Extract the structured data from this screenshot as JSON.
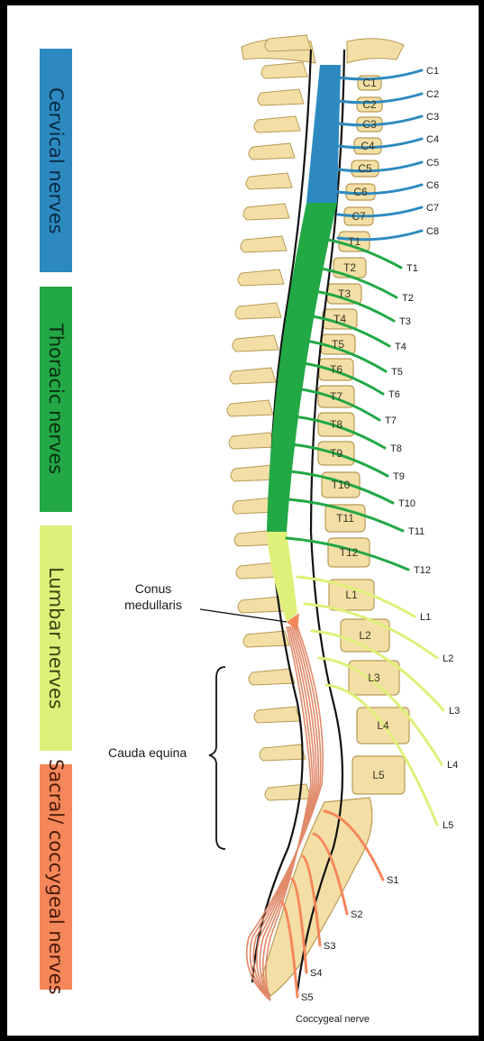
{
  "regions": [
    {
      "key": "cervical",
      "label": "Cervical nerves",
      "color": "#2d8ac0",
      "text_color": "#0b2a45"
    },
    {
      "key": "thoracic",
      "label": "Thoracic nerves",
      "color": "#22a845",
      "text_color": "#0a2e12"
    },
    {
      "key": "lumbar",
      "label": "Lumbar nerves",
      "color": "#dff07a",
      "text_color": "#3c4210"
    },
    {
      "key": "sacral",
      "label": "Sacral/ coccygeal nerves",
      "color": "#f5875a",
      "text_color": "#4a1a08"
    }
  ],
  "vertebrae": [
    "C1",
    "C2",
    "C3",
    "C4",
    "C5",
    "C6",
    "C7",
    "T1",
    "T2",
    "T3",
    "T4",
    "T5",
    "T6",
    "T7",
    "T8",
    "T9",
    "T10",
    "T11",
    "T12",
    "L1",
    "L2",
    "L3",
    "L4",
    "L5"
  ],
  "nerves": {
    "cervical": [
      "C1",
      "C2",
      "C3",
      "C4",
      "C5",
      "C6",
      "C7",
      "C8"
    ],
    "thoracic": [
      "T1",
      "T2",
      "T3",
      "T4",
      "T5",
      "T6",
      "T7",
      "T8",
      "T9",
      "T10",
      "T11",
      "T12"
    ],
    "lumbar": [
      "L1",
      "L2",
      "L3",
      "L4",
      "L5"
    ],
    "sacral": [
      "S1",
      "S2",
      "S3",
      "S4",
      "S5"
    ],
    "coccygeal": "Coccygeal nerve"
  },
  "annotations": {
    "conus_line1": "Conus",
    "conus_line2": "medullaris",
    "cauda": "Cauda equina"
  },
  "colors": {
    "bone": "#f3dfa6",
    "bone_edge": "#b89a55",
    "outline": "#111111"
  }
}
